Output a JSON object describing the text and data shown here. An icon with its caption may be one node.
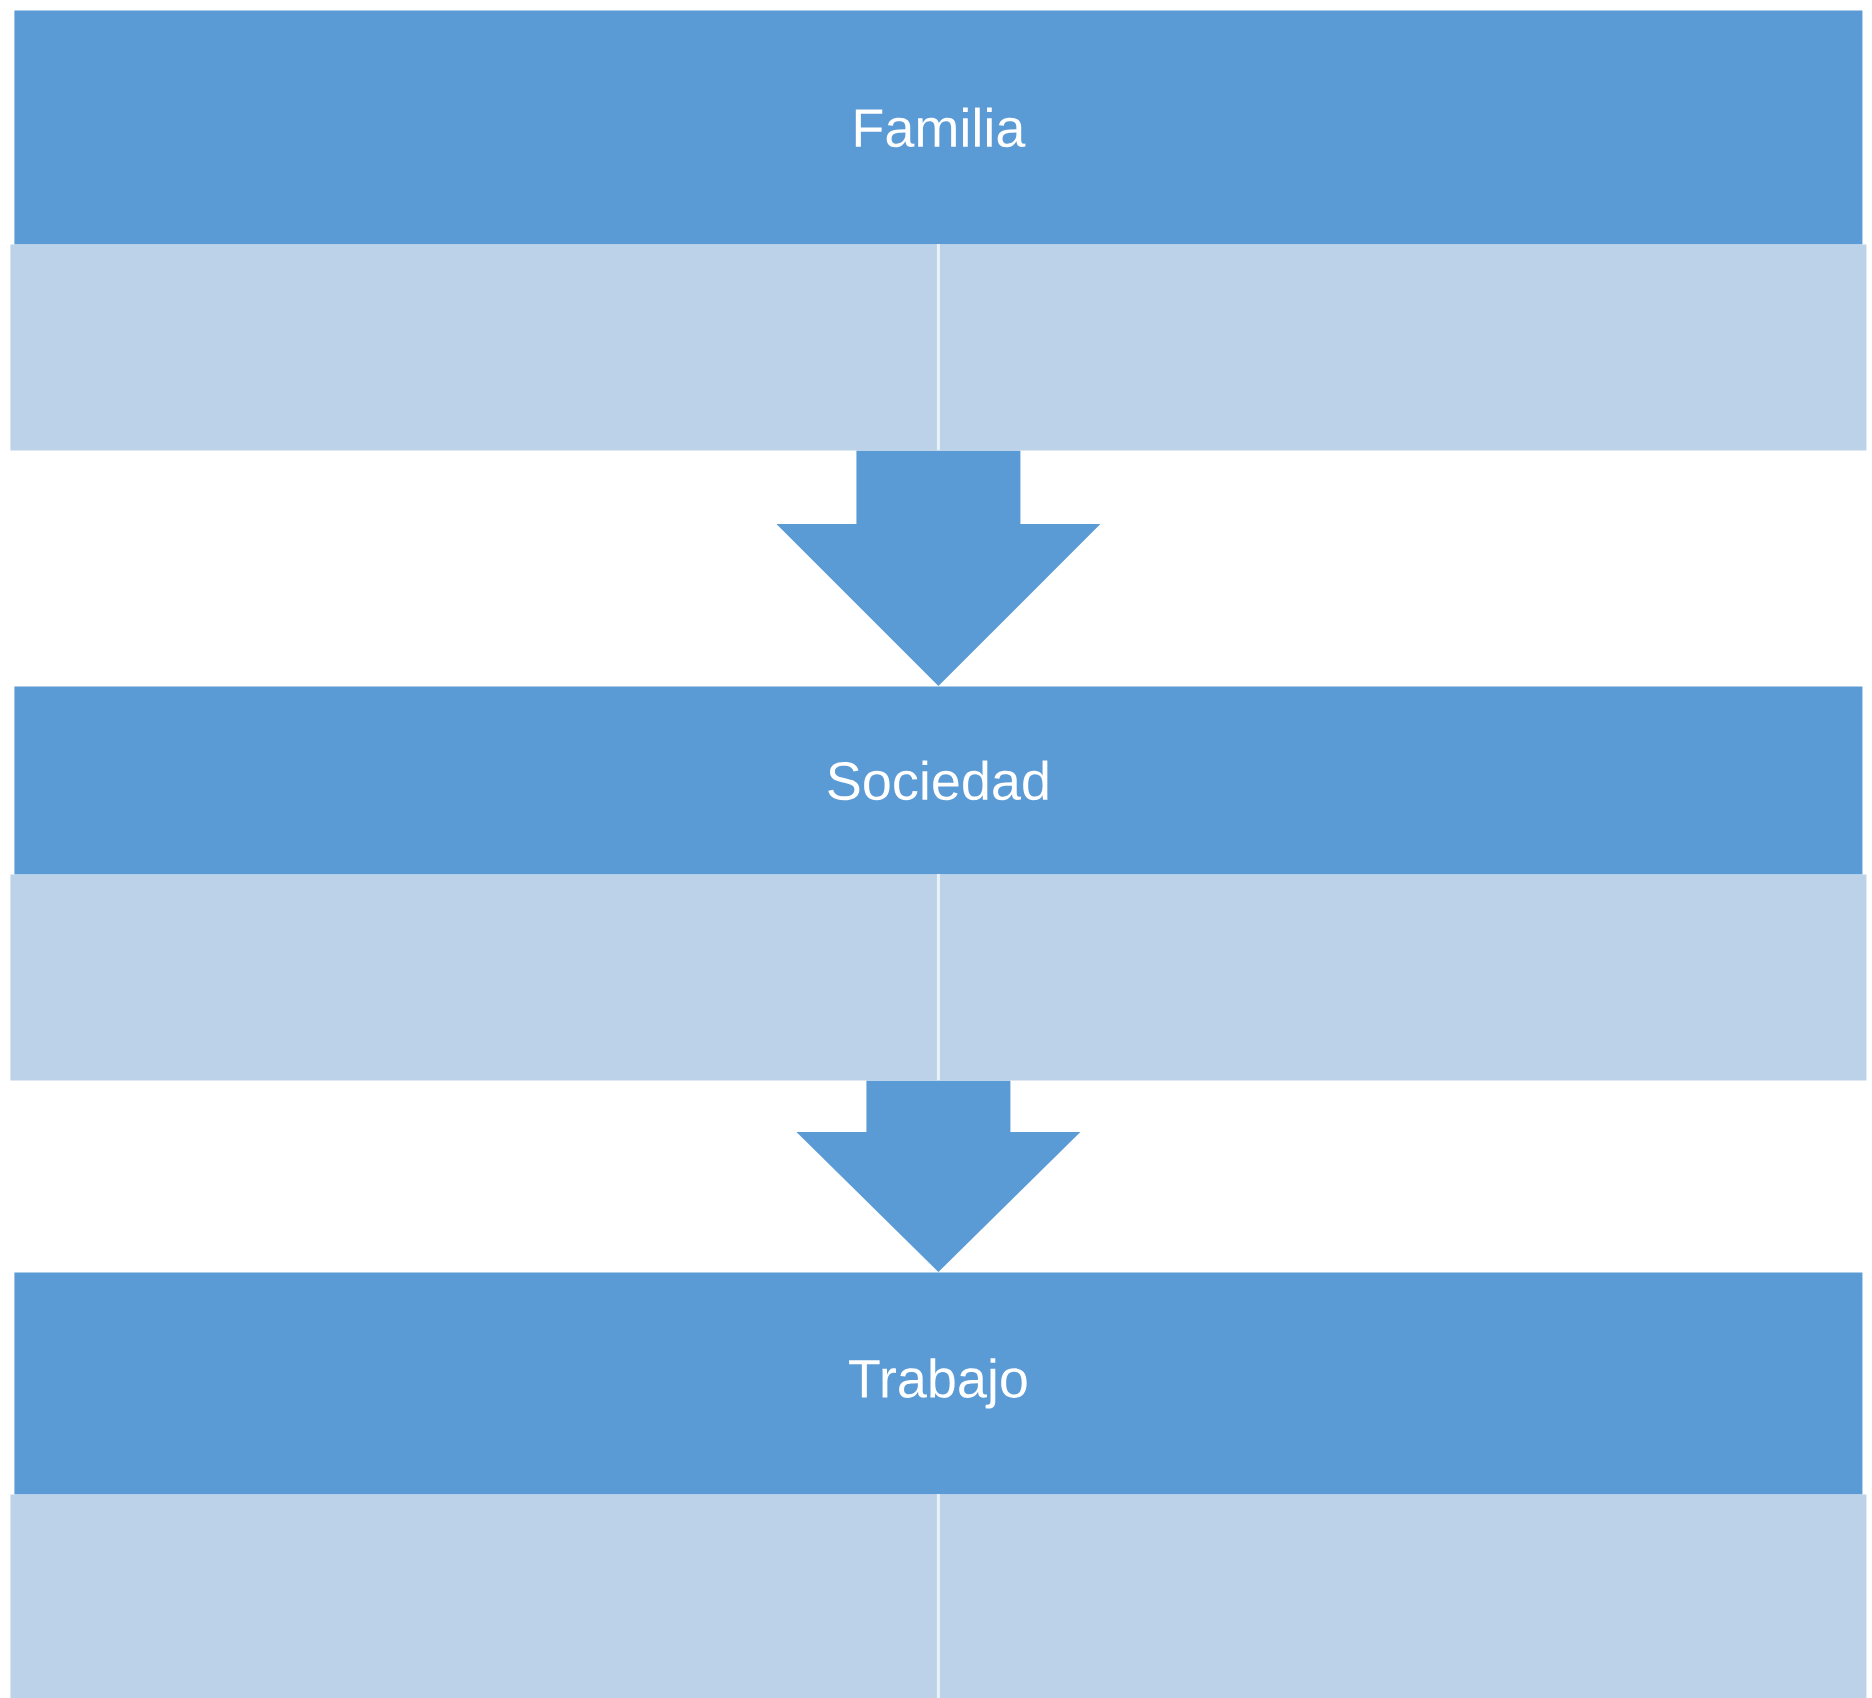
{
  "diagram": {
    "nodes": [
      {
        "text": [
          "Familia"
        ]
      },
      {
        "text": [],
        "shape": "box"
      },
      {
        "text": [
          "Sociedad"
        ]
      },
      {
        "text": [],
        "shape": "box"
      },
      {
        "text": [
          "Trabajo"
        ]
      },
      {
        "text": [],
        "shape": "box"
      }
    ],
    "edges": [
      {
        "from": 1,
        "to": 2,
        "arrow": "to"
      },
      {
        "from": 3,
        "to": 4,
        "arrow": "to"
      }
    ]
  }
}
